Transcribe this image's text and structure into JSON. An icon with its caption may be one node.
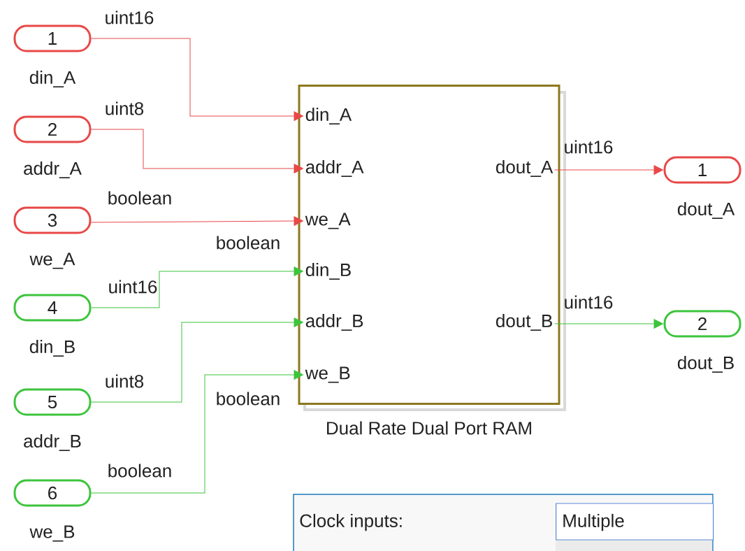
{
  "diagram": {
    "nodes": [
      {
        "text": [
          "1"
        ],
        "beside": [
          "din_A"
        ]
      },
      {
        "text": [
          "2"
        ],
        "beside": [
          "addr_A"
        ]
      },
      {
        "text": [
          "3"
        ],
        "beside": [
          "we_A"
        ]
      },
      {
        "text": [
          "4"
        ],
        "beside": [
          "din_B"
        ]
      },
      {
        "text": [
          "5"
        ],
        "beside": [
          "addr_B"
        ]
      },
      {
        "text": [
          "6"
        ],
        "beside": [
          "we_B"
        ]
      },
      {
        "text": [],
        "shape": "box",
        "beside": [
          "Dual Rate Dual Port RAM"
        ]
      },
      {
        "text": [
          "din_A"
        ],
        "in": 6
      },
      {
        "text": [
          "addr_A"
        ],
        "in": 6
      },
      {
        "text": [
          "we_A"
        ],
        "in": 6
      },
      {
        "text": [
          "din_B"
        ],
        "in": 6
      },
      {
        "text": [
          "addr_B"
        ],
        "in": 6
      },
      {
        "text": [
          "we_B"
        ],
        "in": 6
      },
      {
        "text": [
          "dout_A"
        ],
        "in": 6
      },
      {
        "text": [
          "dout_B"
        ],
        "in": 6
      },
      {
        "text": [
          "1"
        ],
        "beside": [
          "dout_A"
        ]
      },
      {
        "text": [
          "2"
        ],
        "beside": [
          "dout_B"
        ]
      }
    ],
    "edges": [
      {
        "from": 0,
        "to": 7,
        "arrow": "to",
        "label": "uint16"
      },
      {
        "from": 1,
        "to": 8,
        "arrow": "to",
        "label": "uint8"
      },
      {
        "from": 2,
        "to": 9,
        "arrow": "to",
        "label": "boolean"
      },
      {
        "from": 3,
        "to": 10,
        "arrow": "to",
        "label": "uint16",
        "color": "#3cc43c"
      },
      {
        "from": 4,
        "to": 11,
        "arrow": "to",
        "label": "uint8",
        "color": "#3cc43c"
      },
      {
        "from": 5,
        "to": 12,
        "arrow": "to",
        "label": "boolean",
        "color": "#3cc43c"
      },
      {
        "from": 13,
        "to": 15,
        "arrow": "to",
        "label": "uint16"
      },
      {
        "from": 14,
        "to": 16,
        "arrow": "to",
        "label": "uint16",
        "color": "#3cc43c"
      }
    ],
    "labels": [
      "boolean",
      "boolean",
      "Clock inputs:",
      "Multiple"
    ]
  }
}
